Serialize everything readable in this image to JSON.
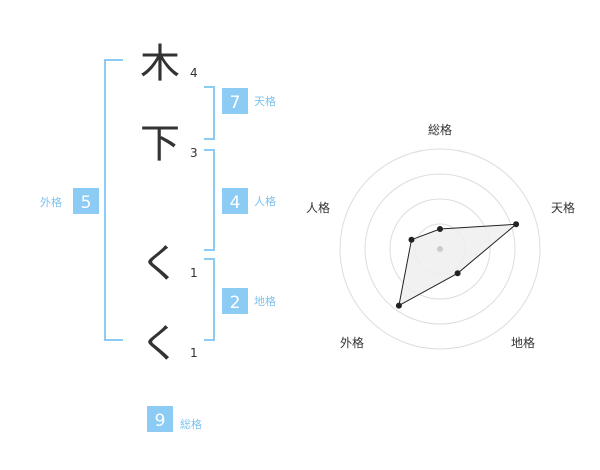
{
  "characters": [
    {
      "char": "木",
      "strokes": "4"
    },
    {
      "char": "下",
      "strokes": "3"
    },
    {
      "char": "く",
      "strokes": "1"
    },
    {
      "char": "く",
      "strokes": "1"
    }
  ],
  "kaku": {
    "tenkaku": {
      "value": "7",
      "label": "天格"
    },
    "jinkaku": {
      "value": "4",
      "label": "人格"
    },
    "chikaku": {
      "value": "2",
      "label": "地格"
    },
    "gaikaku": {
      "value": "5",
      "label": "外格"
    },
    "soukaku": {
      "value": "9",
      "label": "総格"
    }
  },
  "chart_data": {
    "type": "radar",
    "axes": [
      "総格",
      "天格",
      "地格",
      "外格",
      "人格"
    ],
    "scale_levels": 4,
    "values": [
      1,
      4,
      1.5,
      3.5,
      1.5
    ],
    "max": 5,
    "colors": {
      "line": "#222222",
      "fill": "#eeeeee",
      "grid": "#dddddd"
    }
  }
}
